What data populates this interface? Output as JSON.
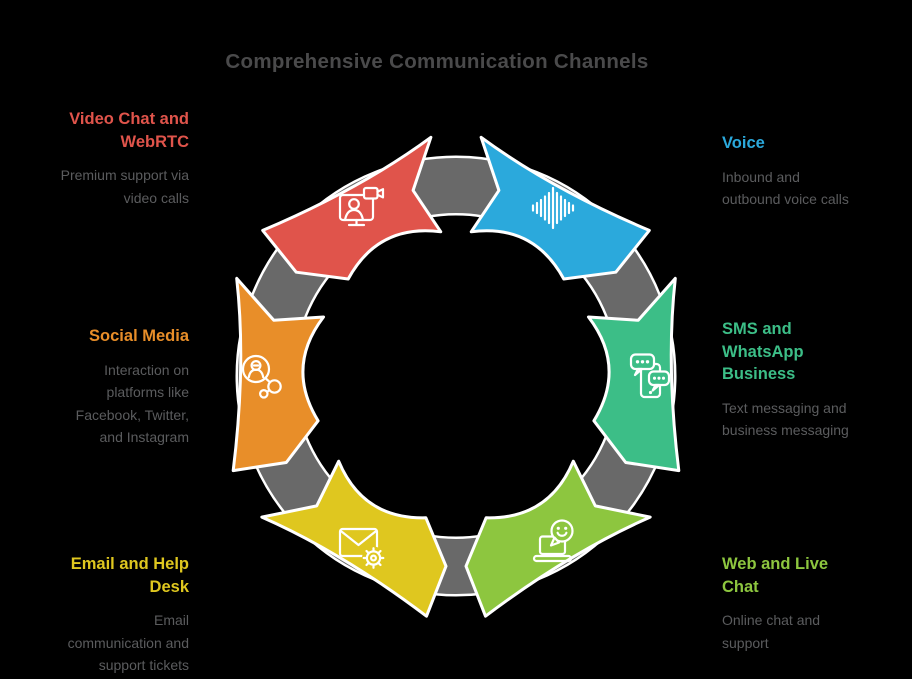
{
  "title": "Comprehensive Communication Channels",
  "colors": {
    "background": "#000000",
    "ring": "#696969",
    "outline": "#FFFFFF",
    "title_text": "#4A4A4B",
    "description_text": "#5B5C5E"
  },
  "segments": [
    {
      "id": "video",
      "label": "Video Chat and\nWebRTC",
      "description": "Premium support via\nvideo calls",
      "color": "#E0544B",
      "angle_deg": 240,
      "arrow_direction": "ccw",
      "icon": "video-chat-icon",
      "label_side": "left"
    },
    {
      "id": "voice",
      "label": "Voice",
      "description": "Inbound and\noutbound voice calls",
      "color": "#2BA9DC",
      "angle_deg": 300,
      "arrow_direction": "cw",
      "icon": "voice-waveform-icon",
      "label_side": "right"
    },
    {
      "id": "sms",
      "label": "SMS and\nWhatsApp\nBusiness",
      "description": "Text messaging and\nbusiness messaging",
      "color": "#3CBE87",
      "angle_deg": 0,
      "arrow_direction": "cw",
      "icon": "sms-chat-icon",
      "label_side": "right"
    },
    {
      "id": "web",
      "label": "Web and Live\nChat",
      "description": "Online chat and\nsupport",
      "color": "#8DC63F",
      "angle_deg": 60,
      "arrow_direction": "cw",
      "icon": "live-chat-laptop-icon",
      "label_side": "right"
    },
    {
      "id": "email",
      "label": "Email and Help\nDesk",
      "description": "Email\ncommunication and\nsupport tickets",
      "color": "#DFC71F",
      "angle_deg": 120,
      "arrow_direction": "ccw",
      "icon": "email-gear-icon",
      "label_side": "left"
    },
    {
      "id": "social",
      "label": "Social Media",
      "description": "Interaction on\nplatforms like\nFacebook, Twitter,\nand Instagram",
      "color": "#E88E29",
      "angle_deg": 180,
      "arrow_direction": "ccw",
      "icon": "social-share-icon",
      "label_side": "left"
    }
  ]
}
